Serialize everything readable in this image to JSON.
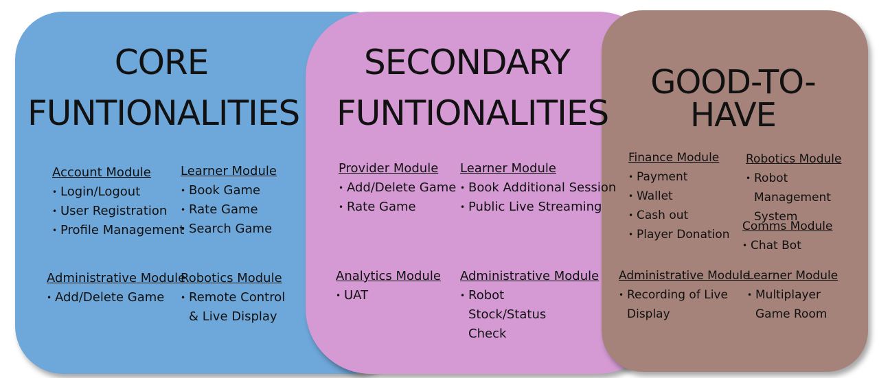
{
  "panels": {
    "core": {
      "title_line1": "CORE",
      "title_line2": "FUNTIONALITIES",
      "color": "#6ea7d9",
      "modules": [
        {
          "name": "Account Module",
          "items": [
            "Login/Logout",
            "User Registration",
            "Profile Management"
          ]
        },
        {
          "name": "Learner Module",
          "items": [
            "Book Game",
            "Rate Game",
            "Search Game"
          ]
        },
        {
          "name": "Administrative Module",
          "items": [
            "Add/Delete Game"
          ]
        },
        {
          "name": "Robotics Module",
          "items": [
            "Remote Control & Live Display"
          ]
        }
      ]
    },
    "secondary": {
      "title_line1": "SECONDARY",
      "title_line2": "FUNTIONALITIES",
      "color": "#d59ad4",
      "modules": [
        {
          "name": "Provider Module",
          "items": [
            "Add/Delete Game",
            "Rate Game"
          ]
        },
        {
          "name": "Learner Module",
          "items": [
            "Book Additional Session",
            "Public Live Streaming"
          ]
        },
        {
          "name": "Analytics Module",
          "items": [
            "UAT"
          ]
        },
        {
          "name": "Administrative Module",
          "items": [
            "Robot Stock/Status Check"
          ]
        }
      ]
    },
    "good_to_have": {
      "title": "GOOD-TO-HAVE",
      "color": "#a5827a",
      "modules": [
        {
          "name": "Finance Module",
          "items": [
            "Payment",
            "Wallet",
            "Cash out",
            "Player Donation"
          ]
        },
        {
          "name": "Robotics Module",
          "items": [
            "Robot Management System"
          ]
        },
        {
          "name": "Comms Module",
          "items": [
            "Chat Bot"
          ]
        },
        {
          "name": "Administrative Module",
          "items": [
            "Recording of Live Display"
          ]
        },
        {
          "name": "Learner Module",
          "items": [
            "Multiplayer Game Room"
          ]
        }
      ]
    }
  }
}
